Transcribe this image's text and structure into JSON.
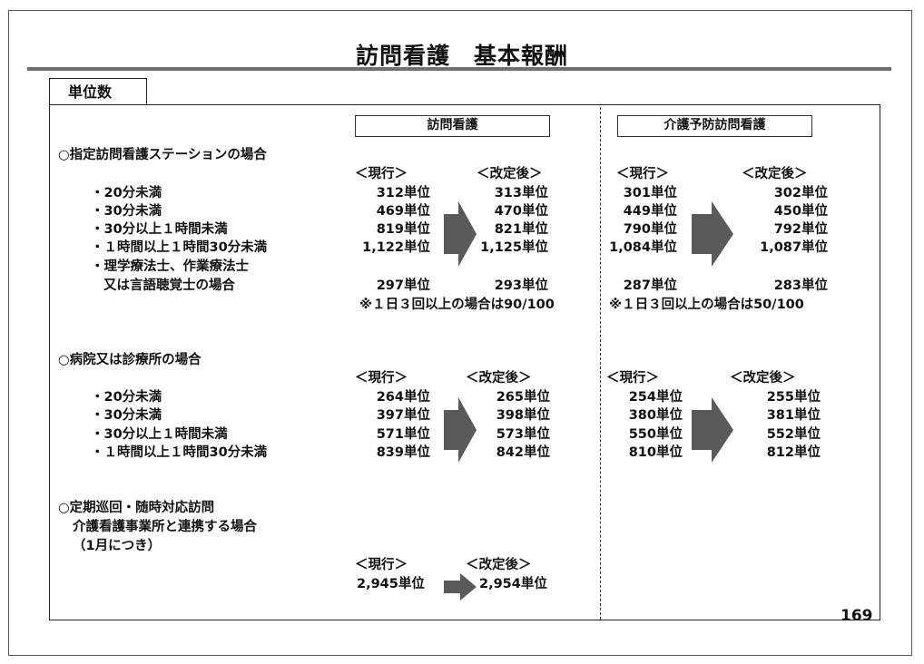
{
  "title": "訪問看護　基本報酬",
  "tab_label": "単位数",
  "col_headers": {
    "houmon": "訪問看護",
    "yobou": "介護予防訪問看護"
  },
  "genkou": "＜現行＞",
  "kaiteigo": "＜改定後＞",
  "section1": {
    "heading": "○指定訪問看護ステーションの場合",
    "rows": [
      {
        "label": "・20分未満",
        "h_old": "312単位",
        "h_new": "313単位",
        "y_old": "301単位",
        "y_new": "302単位"
      },
      {
        "label": "・30分未満",
        "h_old": "469単位",
        "h_new": "470単位",
        "y_old": "449単位",
        "y_new": "450単位"
      },
      {
        "label": "・30分以上１時間未満",
        "h_old": "819単位",
        "h_new": "821単位",
        "y_old": "790単位",
        "y_new": "792単位"
      },
      {
        "label": "・１時間以上１時間30分未満",
        "h_old": "1,122単位",
        "h_new": "1,125単位",
        "y_old": "1,084単位",
        "y_new": "1,087単位"
      }
    ],
    "therapist_line1": "・理学療法士、作業療法士",
    "therapist_line2": "又は言語聴覚士の場合",
    "therapist": {
      "h_old": "297単位",
      "h_new": "293単位",
      "y_old": "287単位",
      "y_new": "283単位"
    },
    "note_houmon": "※１日３回以上の場合は90/100",
    "note_yobou": "※１日３回以上の場合は50/100"
  },
  "section2": {
    "heading": "○病院又は診療所の場合",
    "rows": [
      {
        "label": "・20分未満",
        "h_old": "264単位",
        "h_new": "265単位",
        "y_old": "254単位",
        "y_new": "255単位"
      },
      {
        "label": "・30分未満",
        "h_old": "397単位",
        "h_new": "398単位",
        "y_old": "380単位",
        "y_new": "381単位"
      },
      {
        "label": "・30分以上１時間未満",
        "h_old": "571単位",
        "h_new": "573単位",
        "y_old": "550単位",
        "y_new": "552単位"
      },
      {
        "label": "・１時間以上１時間30分未満",
        "h_old": "839単位",
        "h_new": "842単位",
        "y_old": "810単位",
        "y_new": "812単位"
      }
    ]
  },
  "section3": {
    "line1": "○定期巡回・随時対応訪問",
    "line2": "介護看護事業所と連携する場合",
    "line3": "（1月につき）",
    "h_old": "2,945単位",
    "h_new": "2,954単位"
  },
  "page_number": "169",
  "colors": {
    "arrow": "#5a5a5a",
    "rule": "#707070"
  }
}
